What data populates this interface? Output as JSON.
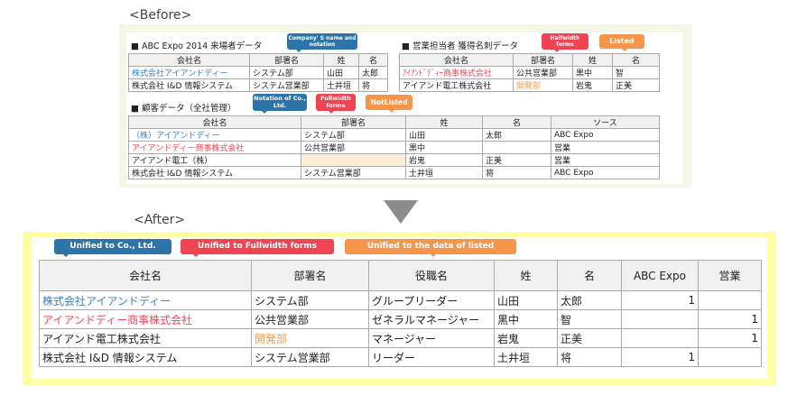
{
  "before_label": "<Before>",
  "after_label": "<After>",
  "table1": {
    "title": "■ ABC Expo 2014 来場者データ",
    "headers": [
      "会社名",
      "部署名",
      "姓",
      "名"
    ],
    "rows": [
      [
        "株式会社アイアンドディー",
        "システム部",
        "山田",
        "太郎"
      ],
      [
        "株式会社 I&D 情報システム",
        "システム営業部",
        "土井垣",
        "将"
      ]
    ]
  },
  "table2": {
    "title": "■ 営業担当者 獲得名刺データ",
    "headers": [
      "会社名",
      "部署名",
      "姓",
      "名"
    ],
    "rows": [
      [
        "ｱｲｱﾝﾄﾞﾃﾞｨｰ商事株式会社",
        "公共営業部",
        "黒中",
        "智"
      ],
      [
        "アイアンド電工株式会社",
        "開発部",
        "岩鬼",
        "正美"
      ]
    ]
  },
  "table3": {
    "title": "■ 顧客データ（全社管理）",
    "headers": [
      "会社名",
      "部署名",
      "姓",
      "名",
      "ソース"
    ],
    "rows": [
      [
        "（株）アイアンドディー",
        "システム部",
        "山田",
        "太郎",
        "ABC Expo"
      ],
      [
        "アイアンドディー商事株式会社",
        "公共営業部",
        "黒中",
        "",
        "営業"
      ],
      [
        "アイアンド電工（株）",
        "",
        "岩鬼",
        "正美",
        "営業"
      ],
      [
        "株式会社 I&D 情報システム",
        "システム営業部",
        "土井垣",
        "将",
        "ABC Expo"
      ]
    ]
  },
  "after": {
    "headers": [
      "会社名",
      "部署名",
      "役職名",
      "姓",
      "名",
      "ABC Expo",
      "営業"
    ],
    "rows": [
      [
        "株式会社アイアンドディー",
        "システム部",
        "グループリーダー",
        "山田",
        "太郎",
        "1",
        ""
      ],
      [
        "アイアンドディー商事株式会社",
        "公共営業部",
        "ゼネラルマネージャー",
        "黒中",
        "智",
        "",
        "1"
      ],
      [
        "アイアンド電工株式会社",
        "開発部",
        "マネージャー",
        "岩鬼",
        "正美",
        "",
        "1"
      ],
      [
        "株式会社 I&D 情報システム",
        "システム営業部",
        "リーダー",
        "土井垣",
        "将",
        "1",
        ""
      ]
    ]
  },
  "callouts": {
    "company_name": "Company' S name and notation",
    "halfwidth": "Halfwidth forms",
    "listed": "Listed",
    "notation_co": "Notation of Co., Ltd.",
    "fullwidth": "Fullwidth forms",
    "notlisted": "NotListed",
    "unified_co": "Unified to Co., Ltd.",
    "unified_full": "Unified to Fullwidth forms",
    "unified_listed": "Unified to the data of listed"
  }
}
